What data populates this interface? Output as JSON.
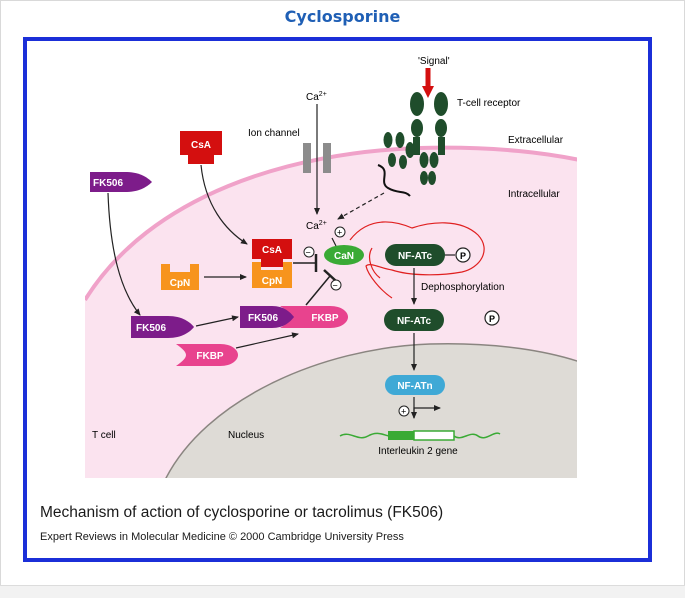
{
  "title": "Cyclosporine",
  "labels": {
    "signal": "'Signal'",
    "tcell_receptor": "T-cell receptor",
    "extracellular": "Extracellular",
    "intracellular": "Intracellular",
    "ion_channel": "Ion channel",
    "ca_top": "Ca",
    "ca_top_sup": "2+",
    "ca_mid": "Ca",
    "ca_mid_sup": "2+",
    "csa_free": "CsA",
    "csa_bound": "CsA",
    "cpn_free": "CpN",
    "cpn_bound": "CpN",
    "fk506_free": "FK506",
    "fk506_mid": "FK506",
    "fk506_bound": "FK506",
    "fkbp_bound": "FKBP",
    "fkbp_free": "FKBP",
    "can": "CaN",
    "nfatc_phos": "NF-ATc",
    "p_bound": "P",
    "dephosphorylation": "Dephosphorylation",
    "nfatc": "NF-ATc",
    "p_free": "P",
    "nfatn": "NF-ATn",
    "t_cell": "T cell",
    "nucleus": "Nucleus",
    "gene": "Interleukin 2 gene",
    "plus": "+",
    "minus": "−"
  },
  "caption": "Mechanism of action of cyclosporine or tacrolimus (FK506)",
  "credit": "Expert Reviews in Molecular Medicine © 2000 Cambridge University Press",
  "colors": {
    "frame": "#1b2fd8",
    "title": "#1f5fb5",
    "cytoplasm": "#fbe3ef",
    "membrane": "#f0a2c9",
    "nucleus": "#dedbd6",
    "csa": "#d40f0f",
    "cpn": "#f7941d",
    "fk506": "#7d1c8a",
    "fkbp": "#e8438e",
    "can": "#3aaa35",
    "nfatc": "#1f4d2b",
    "nfatn": "#3fa9d6",
    "receptor": "#1f4d2b",
    "signal_arrow": "#d40f0f",
    "annotation": "#e02020"
  }
}
